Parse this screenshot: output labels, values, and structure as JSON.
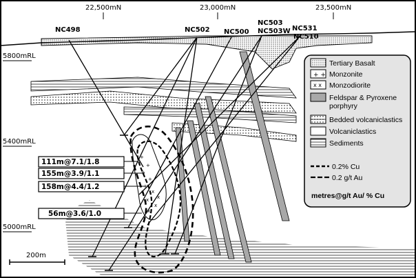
{
  "northings": [
    "22,500mN",
    "23,000mN",
    "23,500mN"
  ],
  "elevations": [
    "5800mRL",
    "5400mRL",
    "5000mRL"
  ],
  "holes": {
    "nc498": "NC498",
    "nc502": "NC502",
    "nc500": "NC500",
    "nc503": "NC503",
    "nc503w": "NC503W",
    "nc531": "NC531",
    "nc510": "NC510"
  },
  "intercepts": [
    "111m@7.1/1.8",
    "155m@3.9/1.1",
    "158m@4.4/1.2",
    "56m@3.6/1.0"
  ],
  "scale_bar": "200m",
  "legend": {
    "items": [
      "Tertiary Basalt",
      "Monzonite",
      "Monzodiorite",
      "Feldspar & Pyroxene",
      "porphyry",
      "Bedded volcaniclastics",
      "Volcaniclastics",
      "Sediments"
    ],
    "contour_cu": "0.2% Cu",
    "contour_au": "0.2 g/t Au",
    "units": "metres@g/t Au/ % Cu"
  },
  "colors": {
    "porphyry": "#a8a8a8",
    "legend_bg": "#e4e4e4",
    "ink": "#000000"
  }
}
